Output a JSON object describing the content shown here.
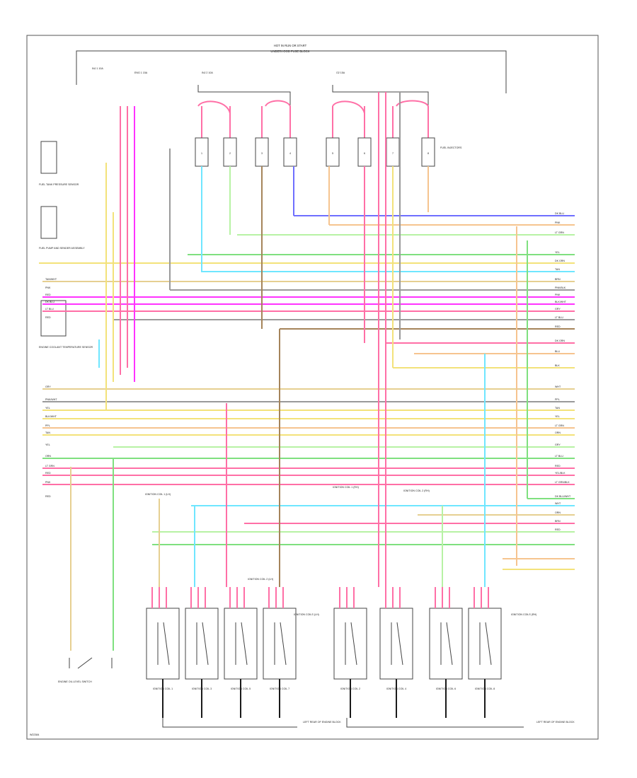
{
  "diagram": {
    "header_line_1": "HOT IN RUN OR START",
    "header_line_2": "UNDERHOOD FUSE BLOCK",
    "top_fuses": [
      "INJ 1 10A",
      "ENG 1 15A",
      "INJ 2 10A",
      "O2 15A"
    ],
    "left_components": [
      "FUEL TANK PRESSURE SENSOR",
      "FUEL PUMP AND SENDER ASSEMBLY",
      "ENGINE COOLANT TEMPERATURE SENSOR"
    ],
    "injector_group_label": "FUEL INJECTORS",
    "injector_names": [
      "1",
      "2",
      "3",
      "4",
      "5",
      "6",
      "7",
      "8"
    ],
    "bottom_left_component": "ENGINE OIL LEVEL SWITCH",
    "bottom_callouts": [
      "IGNITION COIL 1 (LH)",
      "IGNITION COIL 2 (LH)",
      "IGNITION COIL 1 (RH)",
      "IGNITION COIL 2 (RH)"
    ],
    "coil_labels": [
      "IGNITION COIL 1",
      "IGNITION COIL 3",
      "IGNITION COIL 5",
      "IGNITION COIL 7",
      "IGNITION COIL 2",
      "IGNITION COIL 4",
      "IGNITION COIL 6",
      "IGNITION COIL 8"
    ],
    "coil_group_labels": [
      "IGNITION COILS (LH)",
      "IGNITION COILS (RH)"
    ],
    "bottom_ground_labels": [
      "LEFT REAR OF ENGINE BLOCK",
      "LEFT REAR OF ENGINE BLOCK"
    ],
    "right_wire_labels": [
      "DK BLU",
      "PNK",
      "LT GRN",
      "YEL",
      "DK GRN",
      "TAN",
      "BRN",
      "PNK/BLK",
      "PNK",
      "BLK/WHT",
      "GRY",
      "LT BLU",
      "RED",
      "DK GRN",
      "BLU",
      "BLK",
      "WHT",
      "PPL",
      "TAN",
      "YEL",
      "LT GRN",
      "ORN",
      "GRY",
      "LT BLU",
      "RED",
      "YEL/BLK",
      "LT GRN/BLK",
      "DK BLU/WHT",
      "WHT",
      "ORN",
      "BRN",
      "RED"
    ],
    "left_wire_labels": [
      "TAN/WHT",
      "PNK",
      "RED",
      "DK BLU",
      "LT BLU",
      "RED",
      "GRY",
      "PNK/WHT",
      "YEL",
      "BLK/WHT",
      "PPL",
      "TAN",
      "YEL",
      "ORN",
      "LT GRN",
      "RED",
      "PNK",
      "RED"
    ],
    "footer_code": "W22384"
  },
  "colors": {
    "pink": "#ff6fa6",
    "magenta": "#ff33ff",
    "yellow": "#f3e27a",
    "green": "#7fe07f",
    "light_green": "#b7f2a4",
    "blue": "#6f6fff",
    "cyan": "#6fe6ff",
    "orange": "#f6c48f",
    "tan": "#e6cf91",
    "gray": "#9a9a9a",
    "black": "#1a1a1a",
    "brown": "#a5845a"
  }
}
